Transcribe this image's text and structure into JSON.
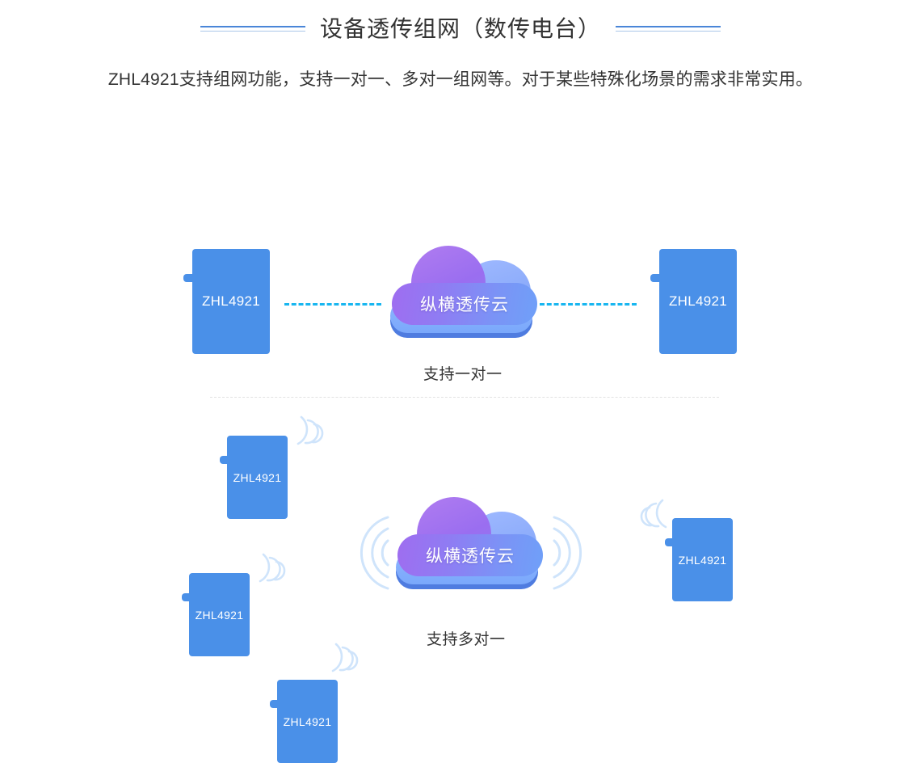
{
  "header": {
    "title": "设备透传组网（数传电台）",
    "subtitle": "ZHL4921支持组网功能，支持一对一、多对一组网等。对于某些特殊化场景的需求非常实用。",
    "rule_color_thick": "#4a86d8",
    "rule_color_thin": "#a9c6e9"
  },
  "colors": {
    "device_blue": "#4a90e8",
    "link_cyan": "#18b6f0",
    "cloud_purple": "#9a6ef0",
    "cloud_blue": "#6fa0f8",
    "cloud_base": "#8fb6ff",
    "wave_blue": "#cfe4fb",
    "divider": "#e2e2e2",
    "text": "#333333"
  },
  "section_one": {
    "caption": "支持一对一",
    "cloud_label": "纵横透传云",
    "devices": [
      {
        "label": "ZHL4921",
        "position": "left"
      },
      {
        "label": "ZHL4921",
        "position": "right"
      }
    ],
    "links": [
      {
        "from": "left-device",
        "to": "cloud",
        "style": "dashed"
      },
      {
        "from": "cloud",
        "to": "right-device",
        "style": "dashed"
      }
    ]
  },
  "section_two": {
    "caption": "支持多对一",
    "cloud_label": "纵横透传云",
    "devices": [
      {
        "label": "ZHL4921",
        "position": "top-left"
      },
      {
        "label": "ZHL4921",
        "position": "mid-left"
      },
      {
        "label": "ZHL4921",
        "position": "bottom-left"
      },
      {
        "label": "ZHL4921",
        "position": "right"
      }
    ],
    "wave_groups": 6
  }
}
